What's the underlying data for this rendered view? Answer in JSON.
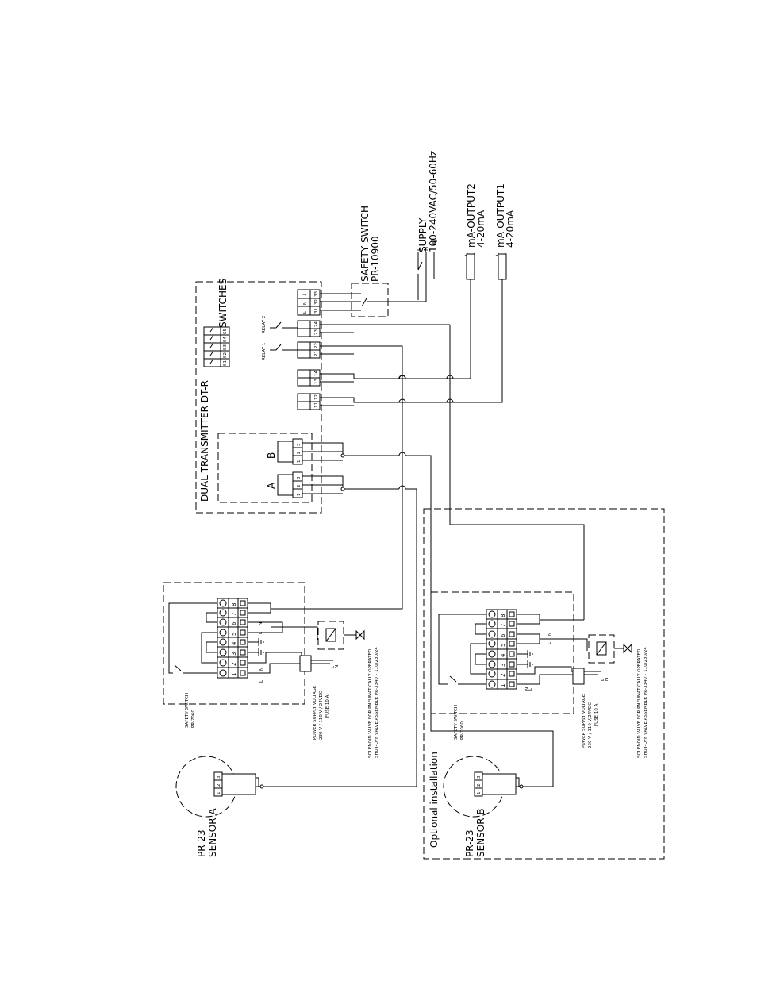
{
  "supply": {
    "title": "SUPPLY",
    "rating": "100-240VAC/50-60Hz",
    "l": "L",
    "n": "N"
  },
  "output2": {
    "title": "mA-OUTPUT2",
    "range": "4-20mA",
    "plus": "+",
    "minus": "−"
  },
  "output1": {
    "title": "mA-OUTPUT1",
    "range": "4-20mA",
    "plus": "+",
    "minus": "−"
  },
  "safety_switch_main": {
    "title": "SAFETY SWITCH",
    "model": "PR-10900"
  },
  "transmitter": {
    "title": "DUAL TRANSMITTER DT-R",
    "channel_a": "A",
    "channel_b": "B",
    "switches_title": "SWITCHES",
    "switch_terminals": [
      "S1",
      "S2",
      "S3",
      "S4",
      "S5"
    ],
    "relay1": "RELAY 1",
    "relay2": "RELAY 2",
    "terminals_123": [
      "1",
      "2",
      "3"
    ],
    "power_terminals": [
      "L",
      "N",
      "⏚"
    ],
    "power_numbers": [
      "31",
      "32",
      "33"
    ],
    "relay2_numbers": [
      "23",
      "24"
    ],
    "relay1_numbers": [
      "21",
      "22"
    ],
    "out2_numbers": [
      "13",
      "14"
    ],
    "out1_numbers": [
      "11",
      "12"
    ]
  },
  "valve_unit": {
    "terminals": [
      "1",
      "2",
      "3",
      "4",
      "5",
      "6",
      "7",
      "8"
    ],
    "safety_switch": "SAFETY SWITCH",
    "safety_model": "PR-7060",
    "supply_line1": "POWER SUPPLY VOLTAGE",
    "supply_line2": "230 V / 110 V / 24VDC",
    "supply_line2_b": "230 V / 110 V/24VDC",
    "fuse": "FUSE 10 A",
    "solenoid_line1": "SOLENOID VALVE FOR PNEUMATICALLY OPERATED",
    "solenoid_line2": "SHUT-OFF VALVE ASSEMBLY: PR-3340 – 110/230/24",
    "l": "L",
    "n": "N"
  },
  "sensor_a": {
    "model": "PR-23",
    "name": "SENSOR A",
    "pins": [
      "1",
      "2",
      "3"
    ]
  },
  "sensor_b": {
    "model": "PR-23",
    "name": "SENSOR B",
    "pins": [
      "1",
      "2",
      "3"
    ]
  },
  "optional": {
    "label": "Optional installation"
  }
}
